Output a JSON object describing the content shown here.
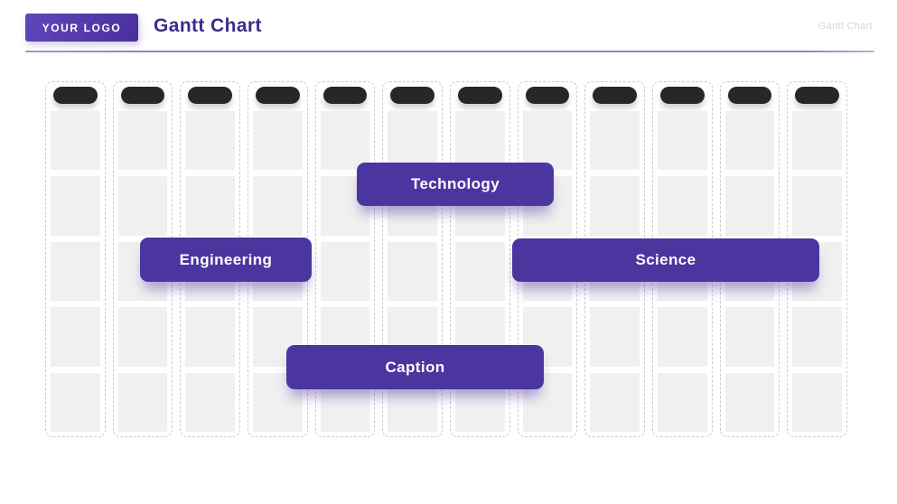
{
  "header": {
    "logo_text": "YOUR LOGO",
    "title": "Gantt Chart",
    "watermark": "Gantt Chart"
  },
  "colors": {
    "accent_purple": "#4b36a0",
    "logo_gradient_start": "#5f46bb",
    "logo_gradient_end": "#4a2f9c",
    "title_purple": "#3e2b8a",
    "divider_purple_gray": "#8d87ae",
    "pill_dark": "#272727",
    "cell_gray": "#f0f0f0",
    "dashed_border_gray": "#cccccc",
    "watermark_gray": "#d6d6d6",
    "background": "#ffffff"
  },
  "chart_data": {
    "type": "bar",
    "subtype": "gantt",
    "title": "Gantt Chart",
    "columns": 12,
    "column_headers": [
      "",
      "",
      "",
      "",
      "",
      "",
      "",
      "",
      "",
      "",
      "",
      ""
    ],
    "rows": 5,
    "grid": "dashed column outlines with placeholder header pills, no axis labels",
    "tasks": [
      {
        "label": "Technology",
        "row": 2,
        "col_start": 4.6,
        "col_end": 7.6
      },
      {
        "label": "Engineering",
        "row": 3,
        "col_start": 1.4,
        "col_end": 4.0
      },
      {
        "label": "Science",
        "row": 3,
        "col_start": 6.9,
        "col_end": 11.5
      },
      {
        "label": "Caption",
        "row": 4,
        "col_start": 3.6,
        "col_end": 7.4
      }
    ]
  }
}
